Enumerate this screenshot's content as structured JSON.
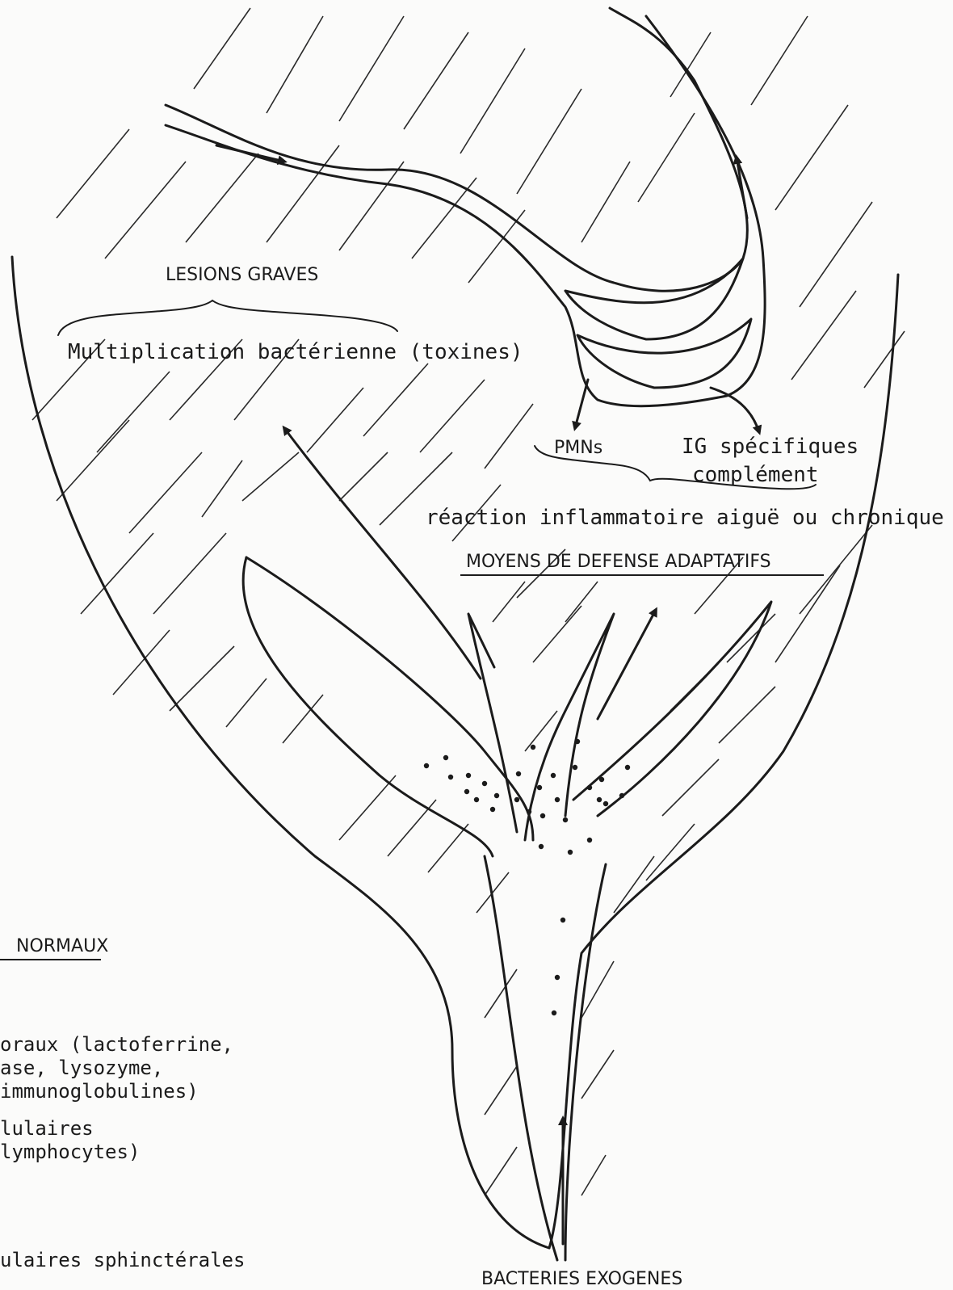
{
  "labels": {
    "lesions_graves": "LESIONS GRAVES",
    "multiplication": "Multiplication bactérienne (toxines)",
    "pmns": "PMNs",
    "ig_line1": "IG spécifiques",
    "ig_line2": "complément",
    "reaction": "réaction inflammatoire aiguë ou chronique",
    "moyens_adaptatifs": "MOYENS DE DEFENSE ADAPTATIFS",
    "normaux": "NORMAUX",
    "humoraux_line1": "oraux (lactoferrine,",
    "humoraux_line2": "ase, lysozyme,",
    "humoraux_line3": "immunoglobulines)",
    "cellulaires_line1": "lulaires",
    "cellulaires_line2": " lymphocytes)",
    "sphincterales": "ulaires sphinctérales",
    "bacteries": "BACTERIES EXOGENES"
  }
}
